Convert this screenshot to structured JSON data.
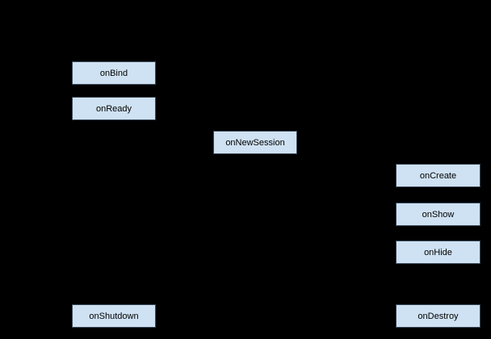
{
  "diagram": {
    "title": "lifecycle-callbacks-diagram",
    "colors": {
      "background": "#000000",
      "node_fill": "#cfe2f3",
      "node_border": "#3b4a59",
      "node_text": "#000000"
    },
    "nodes": [
      {
        "id": "onBind",
        "label": "onBind"
      },
      {
        "id": "onReady",
        "label": "onReady"
      },
      {
        "id": "onNewSession",
        "label": "onNewSession"
      },
      {
        "id": "onCreate",
        "label": "onCreate"
      },
      {
        "id": "onShow",
        "label": "onShow"
      },
      {
        "id": "onHide",
        "label": "onHide"
      },
      {
        "id": "onShutdown",
        "label": "onShutdown"
      },
      {
        "id": "onDestroy",
        "label": "onDestroy"
      }
    ]
  }
}
